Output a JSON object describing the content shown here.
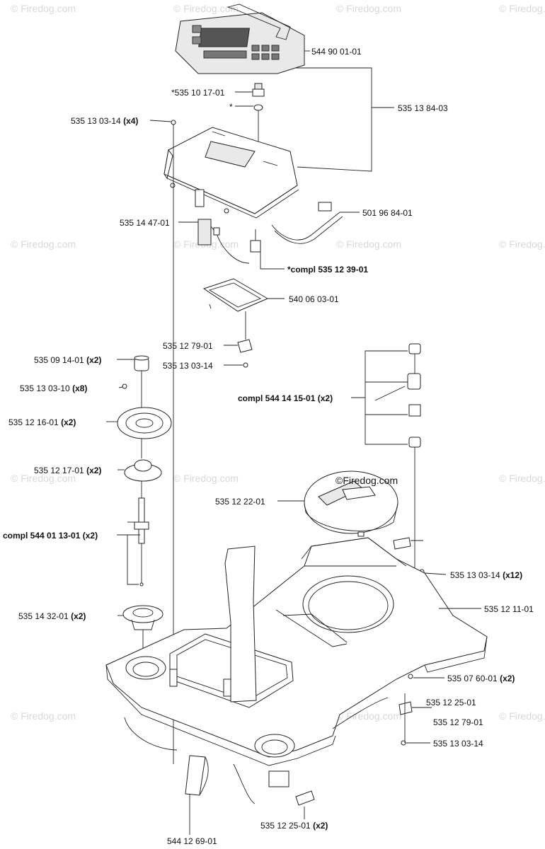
{
  "watermark": "© Firedog.com",
  "brand_watermark": "©Firedog.com",
  "labels": [
    {
      "id": "544900101",
      "text": "544 90 01-01",
      "qty": ""
    },
    {
      "id": "535101701",
      "text": "*535 10 17-01",
      "qty": ""
    },
    {
      "id": "star",
      "text": "*",
      "qty": ""
    },
    {
      "id": "535138403",
      "text": "535 13 84-03",
      "qty": ""
    },
    {
      "id": "535130314a",
      "text": "535 13 03-14",
      "qty": "(x4)"
    },
    {
      "id": "535144701",
      "text": "535 14 47-01",
      "qty": ""
    },
    {
      "id": "501968401",
      "text": "501 96 84-01",
      "qty": ""
    },
    {
      "id": "compl535123901",
      "text": "*compl 535 12 39-01",
      "qty": ""
    },
    {
      "id": "540060301",
      "text": "540 06 03-01",
      "qty": ""
    },
    {
      "id": "535127901a",
      "text": "535 12 79-01",
      "qty": ""
    },
    {
      "id": "535130314b",
      "text": "535 13 03-14",
      "qty": ""
    },
    {
      "id": "535091401",
      "text": "535 09 14-01",
      "qty": "(x2)"
    },
    {
      "id": "535130310",
      "text": "535 13 03-10",
      "qty": "(x8)"
    },
    {
      "id": "535121601",
      "text": "535 12 16-01",
      "qty": "(x2)"
    },
    {
      "id": "compl544141501",
      "text": "compl 544 14 15-01",
      "qty": "(x2)"
    },
    {
      "id": "535121701",
      "text": "535 12 17-01",
      "qty": "(x2)"
    },
    {
      "id": "535122201",
      "text": "535 12 22-01",
      "qty": ""
    },
    {
      "id": "compl544011301",
      "text": "compl 544 01 13-01",
      "qty": "(x2)"
    },
    {
      "id": "535130314c",
      "text": "535 13 03-14",
      "qty": "(x12)"
    },
    {
      "id": "535121101",
      "text": "535 12 11-01",
      "qty": ""
    },
    {
      "id": "535143201",
      "text": "535 14 32-01",
      "qty": "(x2)"
    },
    {
      "id": "535076001",
      "text": "535 07 60-01",
      "qty": "(x2)"
    },
    {
      "id": "535122501a",
      "text": "535 12 25-01",
      "qty": ""
    },
    {
      "id": "535127901b",
      "text": "535 12 79-01",
      "qty": ""
    },
    {
      "id": "535130314d",
      "text": "535 13 03-14",
      "qty": ""
    },
    {
      "id": "535122501b",
      "text": "535 12 25-01",
      "qty": "(x2)"
    },
    {
      "id": "544126901",
      "text": "544 12 69-01",
      "qty": ""
    }
  ]
}
